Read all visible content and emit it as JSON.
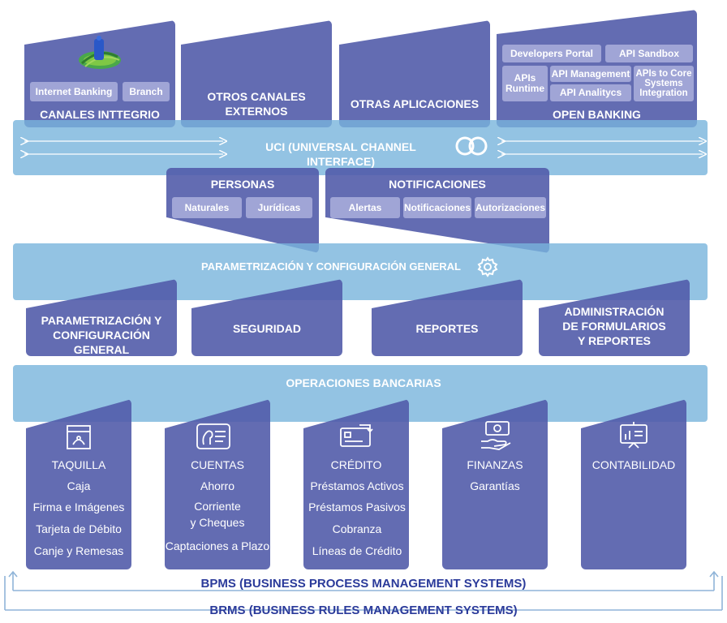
{
  "top": {
    "canales_integrio": {
      "title": "CANALES INTTEGRIO",
      "chips": [
        "Internet Banking",
        "Branch"
      ],
      "logo": "integrio-logo"
    },
    "otros_canales": {
      "title": "OTROS CANALES\nEXTERNOS"
    },
    "otras_aplicaciones": {
      "title": "OTRAS APLICACIONES"
    },
    "open_banking": {
      "title": "OPEN BANKING",
      "chips": [
        "Developers Portal",
        "API Sandbox",
        "APIs\nRuntime",
        "API Management",
        "API Analitycs",
        "APIs  to Core\nSystems\nIntegration"
      ]
    }
  },
  "uci": {
    "label": "UCI (UNIVERSAL CHANNEL INTERFACE)",
    "icon": "link-rings-icon"
  },
  "personas": {
    "title": "PERSONAS",
    "chips": [
      "Naturales",
      "Jurídicas"
    ]
  },
  "notificaciones": {
    "title": "NOTIFICACIONES",
    "chips": [
      "Alertas",
      "Notificaciones",
      "Autorizaciones"
    ]
  },
  "parametrizacion": {
    "band_label": "PARAMETRIZACIÓN Y CONFIGURACIÓN GENERAL",
    "icon": "gear-icon",
    "boxes": [
      "PARAMETRIZACIÓN Y\nCONFIGURACIÓN GENERAL",
      "SEGURIDAD",
      "REPORTES",
      "ADMINISTRACIÓN\nDE FORMULARIOS\nY REPORTES"
    ]
  },
  "operaciones": {
    "band_label": "OPERACIONES BANCARIAS",
    "modules": [
      {
        "title": "TAQUILLA",
        "icon": "teller-window-icon",
        "items": [
          "Caja",
          "Firma e Imágenes",
          "Tarjeta de Débito",
          "Canje y Remesas"
        ]
      },
      {
        "title": "CUENTAS",
        "icon": "id-card-icon",
        "items": [
          "Ahorro",
          "Corriente\ny Cheques",
          "Captaciones a Plazo"
        ]
      },
      {
        "title": "CRÉDITO",
        "icon": "credit-card-icon",
        "items": [
          "Préstamos Activos",
          "Préstamos Pasivos",
          "Cobranza",
          "Líneas de Crédito"
        ]
      },
      {
        "title": "FINANZAS",
        "icon": "money-hand-icon",
        "items": [
          "Garantías"
        ]
      },
      {
        "title": "CONTABILIDAD",
        "icon": "presentation-board-icon",
        "items": []
      }
    ]
  },
  "bpms": {
    "label": "BPMS (BUSINESS PROCESS MANAGEMENT SYSTEMS)"
  },
  "brms": {
    "label": "BRMS (BUSINESS RULES MANAGEMENT SYSTEMS)"
  },
  "colors": {
    "dark_block": "#525caa",
    "light_band": "#78b4dc",
    "chip": "#aaafdc",
    "label_text": "#2a3a9a",
    "arrow": "#8fb4d8"
  }
}
